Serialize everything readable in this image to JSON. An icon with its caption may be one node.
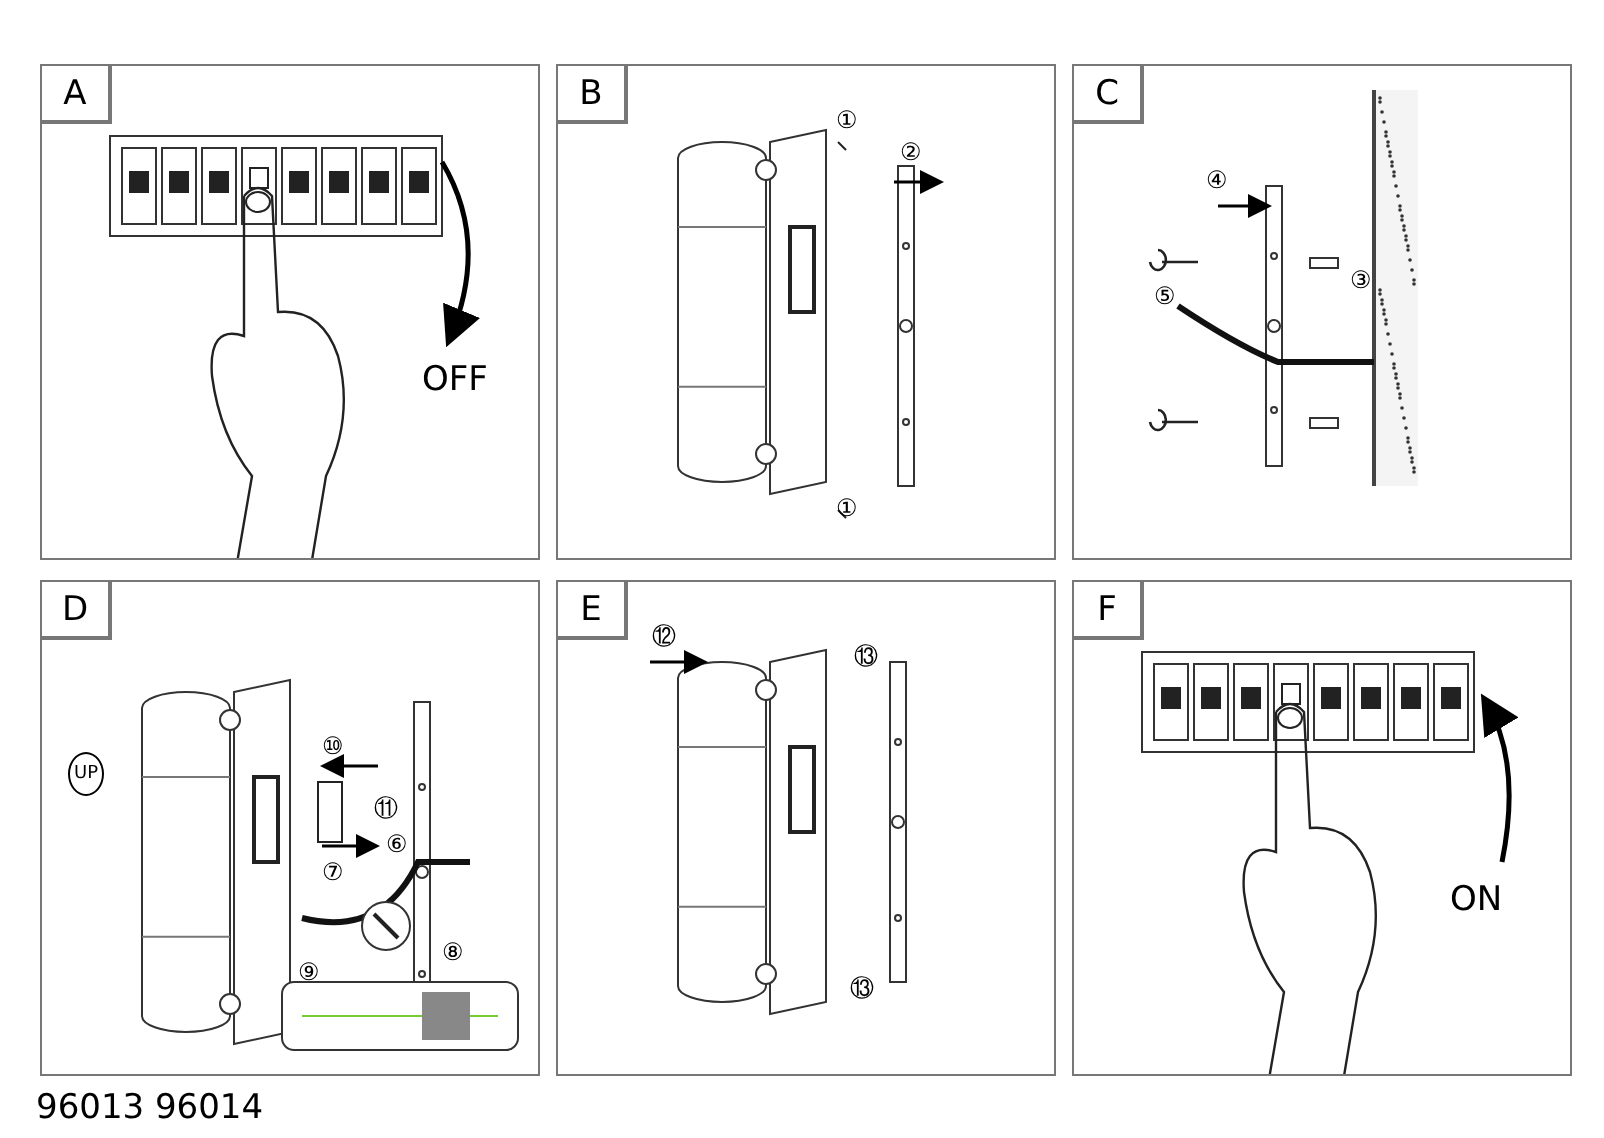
{
  "diagram": {
    "nodes": [
      {
        "text": [
          "A"
        ]
      },
      {
        "text": [
          "B"
        ]
      },
      {
        "text": [
          "C"
        ]
      },
      {
        "text": [
          "D"
        ]
      },
      {
        "text": [
          "E"
        ]
      },
      {
        "text": [
          "F"
        ]
      }
    ],
    "edges": [],
    "labels": [
      "OFF",
      "①",
      "②",
      "①",
      "④",
      "③",
      "⑤",
      "UP",
      "⑩",
      "⑪",
      "⑦",
      "⑥",
      "⑧",
      "⑨",
      "⑫",
      "⑬",
      "⑬",
      "ON",
      "96013 96014"
    ]
  }
}
